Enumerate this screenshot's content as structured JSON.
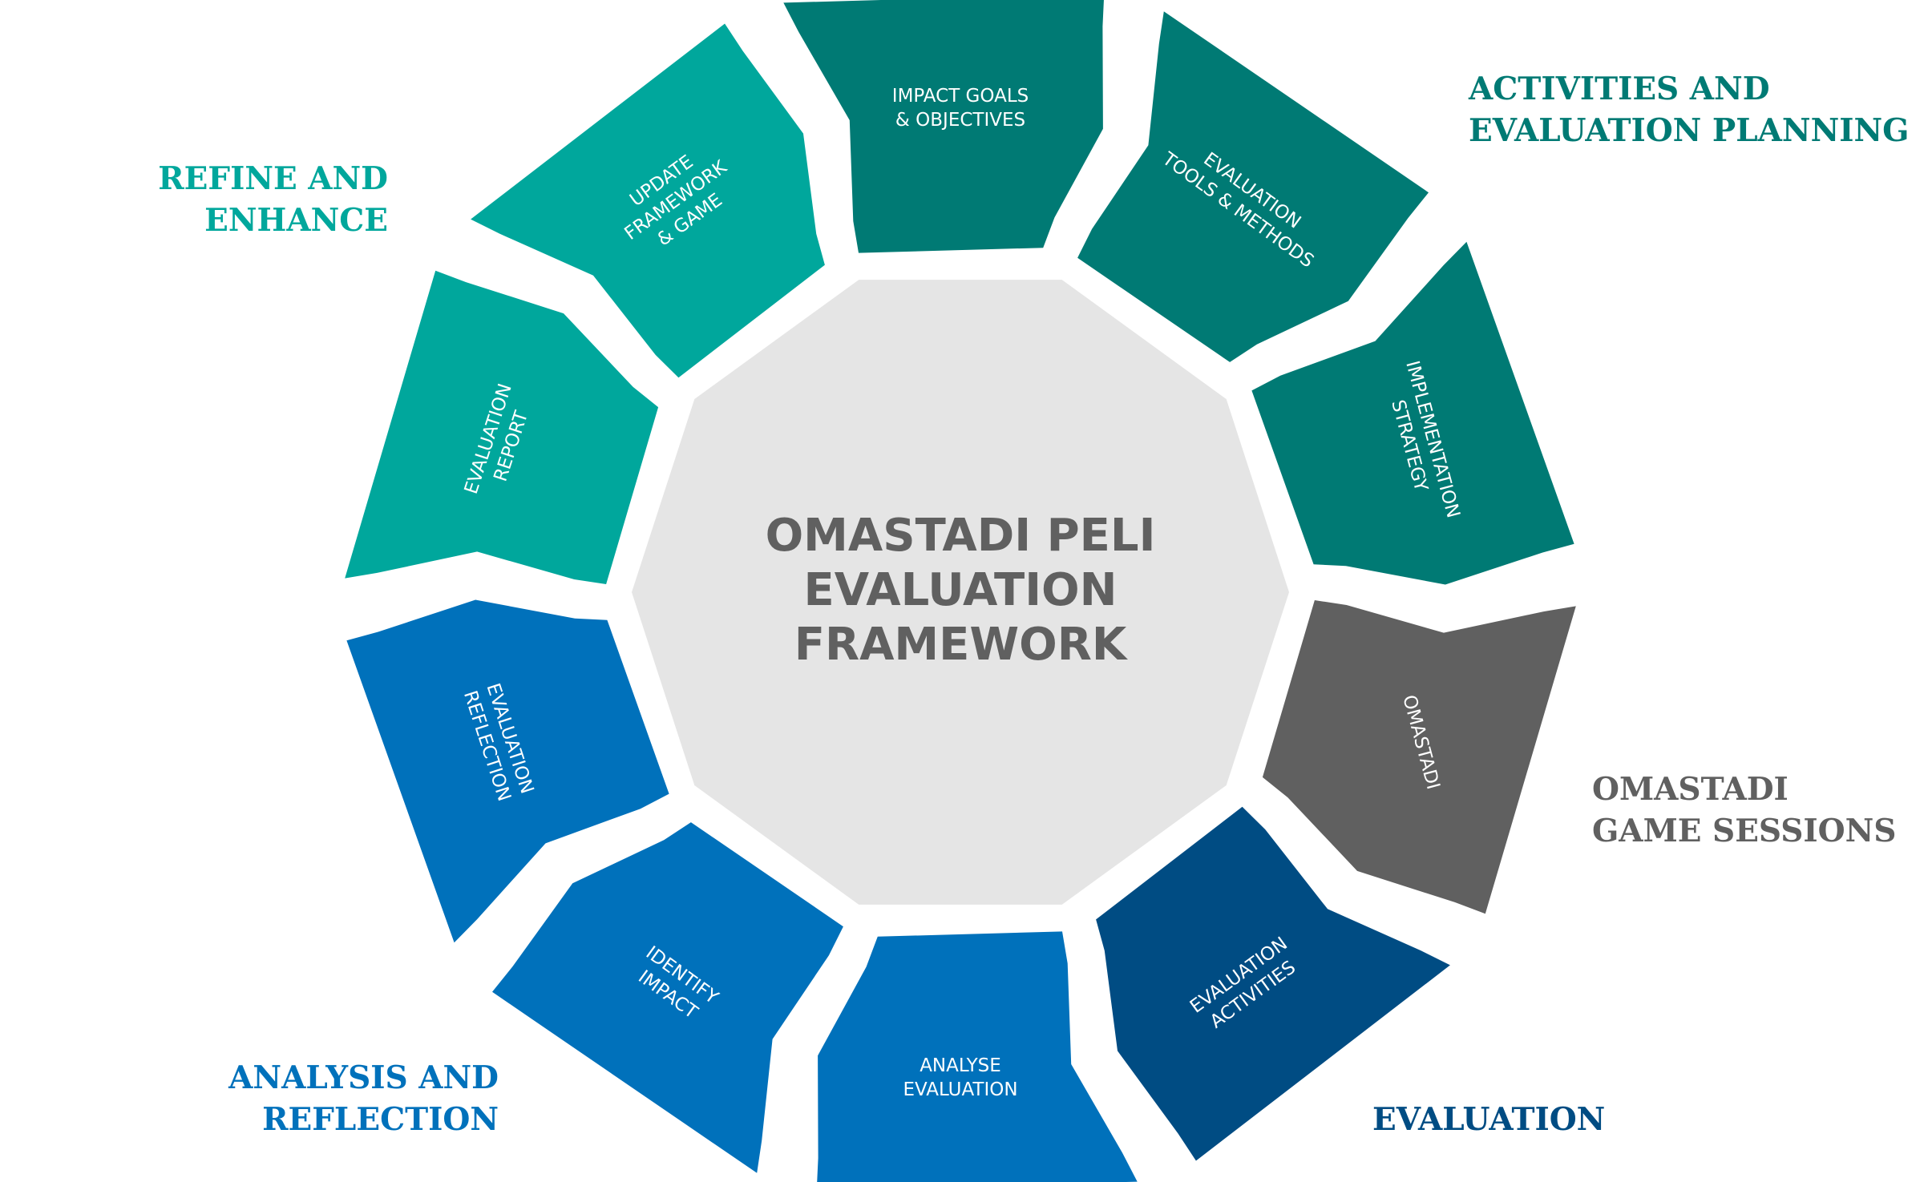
{
  "center": {
    "lines": [
      "OMASTADI PELI",
      "EVALUATION",
      "FRAMEWORK"
    ]
  },
  "colors": {
    "teal_light": "#00a79c",
    "teal_dark": "#007a74",
    "gray": "#606060",
    "navy": "#004c83",
    "blue": "#0071bb",
    "center_fill": "#e5e5e5"
  },
  "segments": [
    {
      "id": "impact-goals",
      "lines": [
        "IMPACT GOALS",
        "& OBJECTIVES"
      ],
      "color": "#007a74"
    },
    {
      "id": "evaluation-tools",
      "lines": [
        "EVALUATION",
        "TOOLS & METHODS"
      ],
      "color": "#007a74"
    },
    {
      "id": "implementation-strategy",
      "lines": [
        "IMPLEMENTATION",
        "STRATEGY"
      ],
      "color": "#007a74"
    },
    {
      "id": "omastadi",
      "lines": [
        "OMASTADI"
      ],
      "color": "#606060"
    },
    {
      "id": "evaluation-activities",
      "lines": [
        "EVALUATION",
        "ACTIVITIES"
      ],
      "color": "#004c83"
    },
    {
      "id": "analyse-evaluation",
      "lines": [
        "ANALYSE",
        "EVALUATION"
      ],
      "color": "#0071bb"
    },
    {
      "id": "identify-impact",
      "lines": [
        "IDENTIFY",
        "IMPACT"
      ],
      "color": "#0071bb"
    },
    {
      "id": "evaluation-reflection",
      "lines": [
        "EVALUATION",
        "REFLECTION"
      ],
      "color": "#0071bb"
    },
    {
      "id": "evaluation-report",
      "lines": [
        "EVALUATION",
        "REPORT"
      ],
      "color": "#00a79c"
    },
    {
      "id": "update-framework",
      "lines": [
        "UPDATE",
        "FRAMEWORK",
        "& GAME"
      ],
      "color": "#00a79c"
    }
  ],
  "phases": [
    {
      "id": "refine",
      "lines": [
        "REFINE AND",
        "ENHANCE"
      ],
      "color": "#00a79c"
    },
    {
      "id": "activities-planning",
      "lines": [
        "ACTIVITIES AND",
        "EVALUATION PLANNING"
      ],
      "color": "#007a74"
    },
    {
      "id": "game-sessions",
      "lines": [
        "OMASTADI",
        "GAME SESSIONS"
      ],
      "color": "#606060"
    },
    {
      "id": "evaluation",
      "lines": [
        "EVALUATION"
      ],
      "color": "#004c83"
    },
    {
      "id": "analysis",
      "lines": [
        "ANALYSIS AND",
        "REFLECTION"
      ],
      "color": "#0071bb"
    }
  ]
}
